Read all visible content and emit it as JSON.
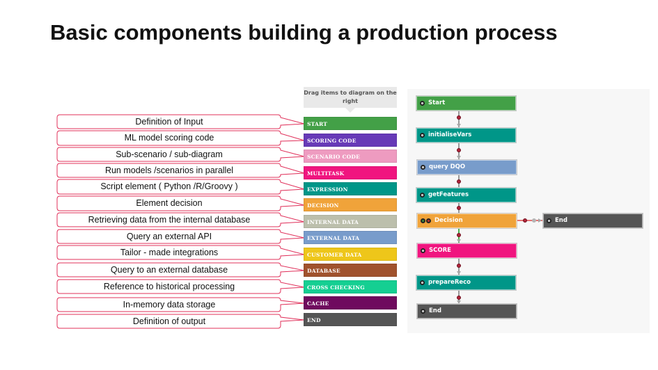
{
  "title": "Basic components building a production process",
  "palette": {
    "header": "Drag items to diagram on the right",
    "items": [
      {
        "label": "START",
        "color": "#43a047",
        "callout": "Definition of Input"
      },
      {
        "label": "SCORING CODE",
        "color": "#673ab7",
        "callout": "ML model  scoring  code"
      },
      {
        "label": "SCENARIO CODE",
        "color": "#ee9bc0",
        "callout": "Sub-scenario  / sub-diagram"
      },
      {
        "label": "MULTITASK",
        "color": "#f0157f",
        "callout": "Run models /scenarios  in parallel"
      },
      {
        "label": "EXPRESSION",
        "color": "#009688",
        "callout": "Script  element ( Python /R/Groovy )"
      },
      {
        "label": "DECISION",
        "color": "#f0a33a",
        "callout": "Element  decision"
      },
      {
        "label": "INTERNAL DATA",
        "color": "#bcbfac",
        "callout": "Retrieving data from the internal database"
      },
      {
        "label": "EXTERNAL DATA",
        "color": "#789ccb",
        "callout": "Query  an external API"
      },
      {
        "label": "CUSTOMER DATA",
        "color": "#eec61a",
        "callout": "Tailor - made  integrations"
      },
      {
        "label": "DATABASE",
        "color": "#a0522d",
        "callout": "Query to an external database"
      },
      {
        "label": "CROSS CHECKING",
        "color": "#15cf92",
        "callout": "Reference to  historical  processing"
      },
      {
        "label": "CACHE",
        "color": "#6f0a5e",
        "callout": "In-memory  data storage"
      },
      {
        "label": "END",
        "color": "#555555",
        "callout": "Definition of   output"
      }
    ]
  },
  "callout_border_color": "#e0305a",
  "diagram": {
    "nodes": [
      {
        "id": "start",
        "label": "Start",
        "color": "#43a047"
      },
      {
        "id": "initialiseVars",
        "label": "initialiseVars",
        "color": "#009688"
      },
      {
        "id": "queryDQO",
        "label": "query DQO",
        "color": "#789ccb"
      },
      {
        "id": "getFeatures",
        "label": "getFeatures",
        "color": "#009688"
      },
      {
        "id": "decision",
        "label": "Decision",
        "color": "#f0a33a"
      },
      {
        "id": "score",
        "label": "SCORE",
        "color": "#f0157f"
      },
      {
        "id": "prepareReco",
        "label": "prepareReco",
        "color": "#009688"
      },
      {
        "id": "end",
        "label": "End",
        "color": "#555555"
      },
      {
        "id": "endBranch",
        "label": "End",
        "color": "#555555"
      }
    ]
  }
}
